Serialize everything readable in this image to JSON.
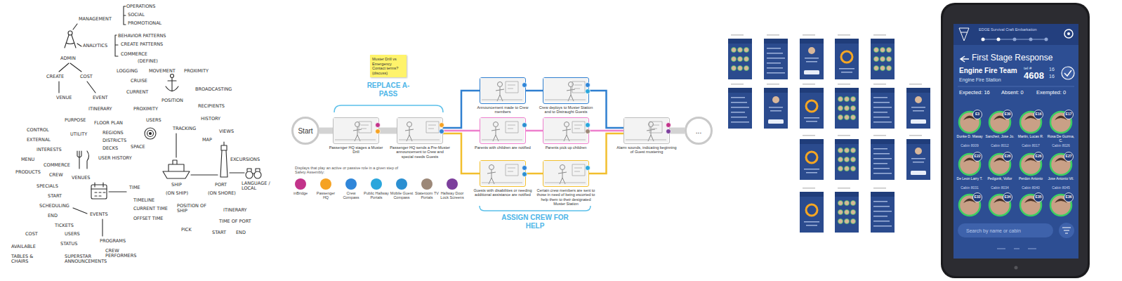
{
  "diagram": {
    "nodes": [
      {
        "text": [
          "Start"
        ]
      },
      {
        "text": [
          "Muster Drill vs Emergency Contact terms? (discuss)"
        ]
      },
      {
        "text": [
          "Passenger HQ stages a Muster Drill"
        ]
      },
      {
        "text": [
          "Passenger HQ sends a Pre-Muster announcement to Crew and special needs Guests"
        ]
      },
      {
        "text": [
          "Announcement made to Crew members"
        ]
      },
      {
        "text": [
          "Crew deploys to Muster Station and to Distraught Guests"
        ]
      },
      {
        "text": [
          "Parents with children are notified"
        ]
      },
      {
        "text": [
          "Parents pick up children"
        ]
      },
      {
        "text": [
          "Guests with disabilities or needing additional assistance are notified"
        ]
      },
      {
        "text": [
          "Certain crew members are sent to those in need of being escorted to help them to their designated Muster Station"
        ]
      },
      {
        "text": [
          "Alarm sounds, indicating beginning of Guest mustering"
        ]
      },
      {
        "text": [
          "..."
        ]
      }
    ],
    "edges": [
      {
        "from": 0,
        "to": 2,
        "arrow": "none"
      },
      {
        "from": 2,
        "to": 3,
        "arrow": "none"
      },
      {
        "from": 3,
        "to": 4,
        "arrow": "none"
      },
      {
        "from": 3,
        "to": 6,
        "arrow": "none"
      },
      {
        "from": 3,
        "to": 8,
        "arrow": "none"
      },
      {
        "from": 4,
        "to": 5,
        "arrow": "none"
      },
      {
        "from": 6,
        "to": 7,
        "arrow": "none"
      },
      {
        "from": 8,
        "to": 9,
        "arrow": "none"
      },
      {
        "from": 5,
        "to": 10,
        "arrow": "none"
      },
      {
        "from": 7,
        "to": 10,
        "arrow": "none"
      },
      {
        "from": 9,
        "to": 10,
        "arrow": "none"
      },
      {
        "from": 10,
        "to": 11,
        "arrow": "none"
      }
    ],
    "labels": [
      "OPERATIONS",
      "SOCIAL",
      "PROMOTIONAL",
      "MANAGEMENT",
      "ANALYTICS",
      "BEHAVIOR PATTERNS",
      "CREATE PATTERNS",
      "COMMERCE",
      "ADMIN",
      "CREATE",
      "COST",
      "VENUE",
      "EVENT",
      "(DEFINE)",
      "LOGGING",
      "MOVEMENT",
      "PROXIMITY",
      "CRUISE",
      "CURRENT",
      "BROADCASTING",
      "RECIPIENTS",
      "ITINERARY",
      "PROXIMITY",
      "POSITION",
      "USERS",
      "TRACKING",
      "HISTORY",
      "PURPOSE",
      "UTILITY",
      "CONTROL",
      "EXTERNAL",
      "FLOOR PLAN",
      "REGIONS",
      "DISTRICTS",
      "DECKS",
      "SPACE",
      "MAP",
      "VIEWS",
      "EXCURSIONS",
      "MENU",
      "INTERESTS",
      "PRODUCTS",
      "COMMERCE",
      "CREW",
      "VENUES",
      "SPECIALS",
      "USER HISTORY",
      "TIME",
      "TIMELINE",
      "CURRENT TIME",
      "OFFSET TIME",
      "EVENTS",
      "SCHEDULING",
      "START",
      "END",
      "TICKETS",
      "POSITION OF SHIP",
      "PICK",
      "ITINERARY",
      "TIME OF PORT",
      "START",
      "END",
      "LANGUAGE / LOCAL",
      "(ON SHIP)",
      "(ON SHORE)",
      "SHIP",
      "PORT",
      "COST",
      "USERS",
      "PROGRAMS",
      "CREW PERFORMERS",
      "STATUS",
      "AVAILABLE",
      "TABLES & CHAIRS",
      "SUPERSTAR ANNOUNCEMENTS",
      "REPLACE A-PASS",
      "ASSIGN CREW FOR HELP",
      "Displays that play an active or passive role in a given step of Safety Assembly:",
      "EDGE Survival Craft Embarkation",
      "First Stage Response",
      "Engine Fire Team",
      "Engine Fire Station",
      "tel #",
      "4608",
      "16",
      "16",
      "Expected: 16",
      "Absent: 0",
      "Exempted: 0",
      "E3",
      "E30",
      "E16",
      "E17",
      "E22",
      "E26",
      "E26",
      "E27",
      "E33",
      "E34",
      "E35",
      "E36",
      "Dunke D. Masay",
      "Sanchez, Jose Jo.",
      "Martin, Lucas R.",
      "Rosa De Guzma, C.",
      "De Leon Larry T.",
      "Pedgonk, Vollor",
      "Perdon Antonio",
      "Jose Antonio Vil.",
      "Cabin 8009",
      "Cabin 8012",
      "Cabin 8017",
      "Cabin 8026",
      "Cabin 8031",
      "Cabin 8034",
      "Cabin 8040",
      "Cabin 8045",
      "Search by name or cabin"
    ],
    "legend": [
      {
        "text": "inBridge",
        "color": "#c2338a"
      },
      {
        "text": "Passenger HQ",
        "color": "#f5a223"
      },
      {
        "text": "Crew Compass",
        "color": "#2f86d9"
      },
      {
        "text": "Public Hallway Portals",
        "color": "#2aa6dc"
      },
      {
        "text": "Mobile Guest Compass",
        "color": "#2b8fd1"
      },
      {
        "text": "Stateroom TV Portals",
        "color": "#9c8878"
      },
      {
        "text": "Hallway Door Lock Screens",
        "color": "#7c3f9c"
      }
    ]
  }
}
